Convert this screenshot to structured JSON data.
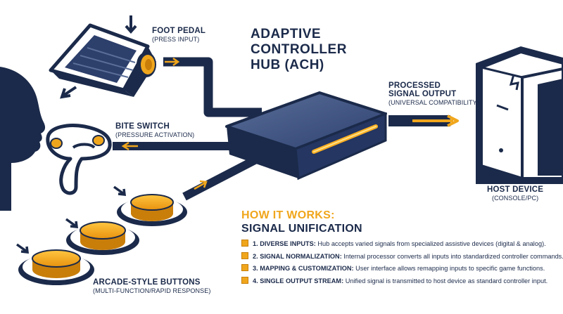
{
  "diagram": {
    "title_line1": "ADAPTIVE",
    "title_line2": "CONTROLLER",
    "title_line3": "HUB (ACH)",
    "foot_pedal": {
      "title": "FOOT PEDAL",
      "subtitle": "(PRESS INPUT)"
    },
    "bite_switch": {
      "title": "BITE SWITCH",
      "subtitle": "(PRESSURE ACTIVATION)"
    },
    "arcade_buttons": {
      "title": "ARCADE-STYLE BUTTONS",
      "subtitle": "(MULTI-FUNCTION/RAPID RESPONSE)"
    },
    "output": {
      "title_line1": "PROCESSED",
      "title_line2": "SIGNAL OUTPUT",
      "subtitle": "(UNIVERSAL COMPATIBILITY)"
    },
    "host_device": {
      "title": "HOST DEVICE",
      "subtitle": "(CONSOLE/PC)"
    }
  },
  "how_it_works": {
    "heading": "HOW IT WORKS:",
    "subheading": "SIGNAL UNIFICATION",
    "steps": [
      {
        "label": "1. DIVERSE INPUTS:",
        "text": " Hub accepts varied signals from specialized assistive devices (digital & analog)."
      },
      {
        "label": "2. SIGNAL NORMALIZATION:",
        "text": " Internal processor converts all inputs into standardized controller commands."
      },
      {
        "label": "3. MAPPING & CUSTOMIZATION:",
        "text": " User interface allows remapping inputs to specific game functions."
      },
      {
        "label": "4. SINGLE OUTPUT STREAM:",
        "text": " Unified signal is transmitted to host device as standard controller input."
      }
    ]
  },
  "colors": {
    "navy": "#1b2a4a",
    "orange": "#f0a61c"
  }
}
